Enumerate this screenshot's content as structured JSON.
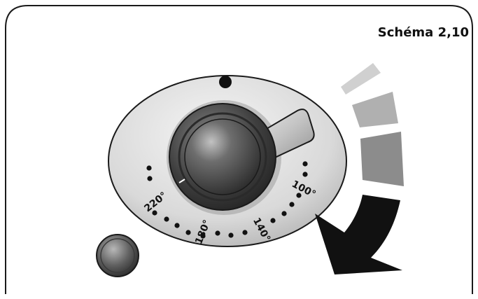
{
  "title": "Schéma 2,10",
  "dial": {
    "temperature_labels": [
      "220°",
      "180°",
      "140°",
      "100°"
    ]
  },
  "colors": {
    "frame_stroke": "#1a1a1a",
    "plate_fill": "#dcdcdc",
    "knob_fill": "#5a5a5a",
    "pointer_fill": "#c8c8c8",
    "indicator_dot": "#111111",
    "arrow_shades": [
      "#d0d0d0",
      "#b0b0b0",
      "#8c8c8c",
      "#111111"
    ]
  },
  "icons": {
    "indicator": "indicator-dot-icon",
    "knob": "temperature-knob",
    "light": "indicator-light",
    "arrow": "direction-arrow-icon"
  }
}
